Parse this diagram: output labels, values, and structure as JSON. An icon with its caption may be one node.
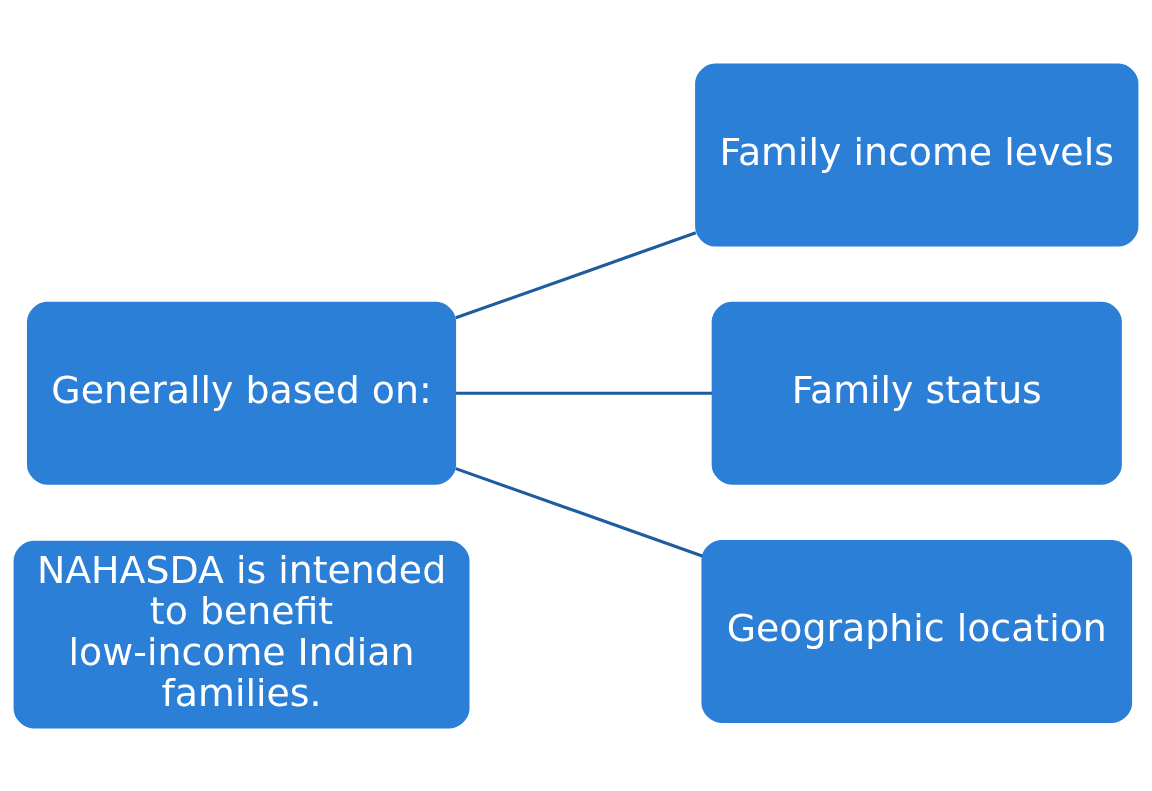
{
  "diagram": {
    "nodes": [
      {
        "text": [
          "Generally based on:"
        ]
      },
      {
        "text": [
          "Family income levels"
        ]
      },
      {
        "text": [
          "Family status"
        ]
      },
      {
        "text": [
          "Geographic location"
        ]
      },
      {
        "text": [
          "NAHASDA is intended to benefit low-income Indian families."
        ]
      }
    ],
    "edges": [
      {
        "from": 0,
        "to": 1,
        "arrow": "none"
      },
      {
        "from": 0,
        "to": 2,
        "arrow": "none"
      },
      {
        "from": 0,
        "to": 3,
        "arrow": "none"
      }
    ]
  }
}
